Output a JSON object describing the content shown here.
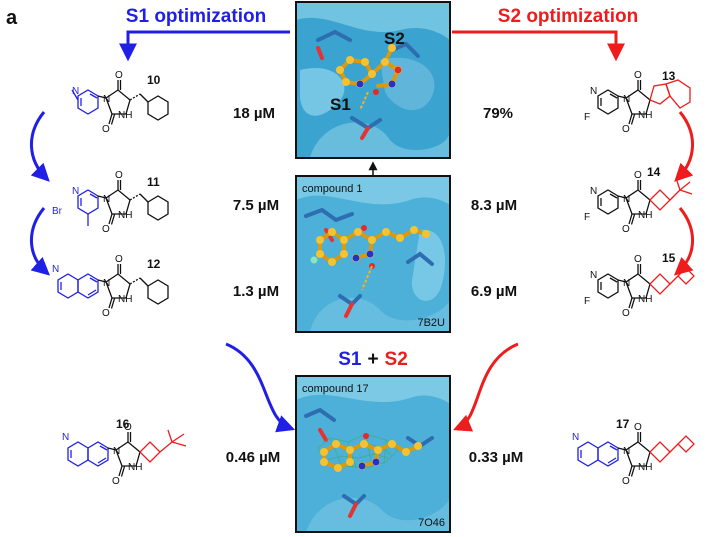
{
  "panel_letter": "a",
  "header": {
    "s1_title": "S1 optimization",
    "s2_title": "S2 optimization"
  },
  "colors": {
    "s1": "#1f1fe6",
    "s2": "#ee1c1c",
    "ink": "#111111",
    "protein": "#5ab8da",
    "ligand": "#f2b51c"
  },
  "structures": {
    "top": {
      "labels": [
        "S1",
        "S2"
      ]
    },
    "middle": {
      "caption": "compound 1",
      "pdb": "7B2U"
    },
    "bottom": {
      "caption": "compound 17",
      "pdb": "7O46"
    }
  },
  "combo": {
    "s1": "S1",
    "plus": "+",
    "s2": "S2"
  },
  "compounds": {
    "c10": {
      "id": "10",
      "value": "18 µM"
    },
    "c11": {
      "id": "11",
      "value": "7.5 µM",
      "substituent": "Br"
    },
    "c12": {
      "id": "12",
      "value": "1.3 µM"
    },
    "c13": {
      "id": "13",
      "value": "79%",
      "substituent": "F"
    },
    "c14": {
      "id": "14",
      "value": "8.3 µM",
      "substituent": "F"
    },
    "c15": {
      "id": "15",
      "value": "6.9 µM",
      "substituent": "F"
    },
    "c16": {
      "id": "16",
      "value": "0.46 µM"
    },
    "c17": {
      "id": "17",
      "value": "0.33 µM"
    }
  },
  "atoms": {
    "N": "N",
    "O": "O",
    "NH": "NH"
  }
}
